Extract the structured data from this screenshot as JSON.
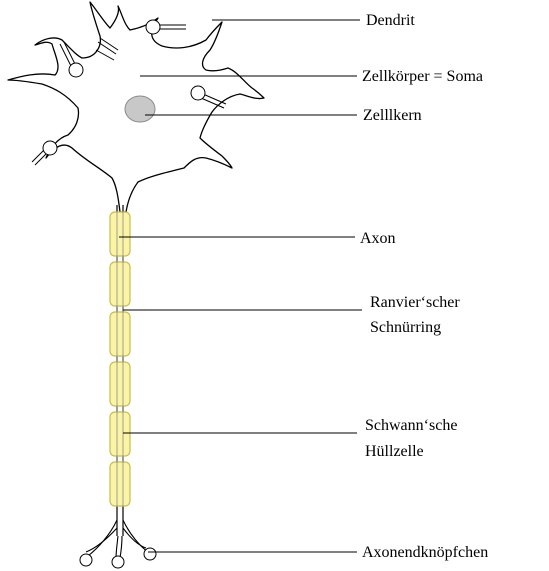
{
  "labels": {
    "dendrit": "Dendrit",
    "soma": "Zellkörper = Soma",
    "nucleus": "Zelllkern",
    "axon": "Axon",
    "ranvier_line1": "Ranvier‘scher",
    "ranvier_line2": "Schnürring",
    "schwann_line1": "Schwann‘sche",
    "schwann_line2": "Hüllzelle",
    "terminal": "Axonendknöpfchen"
  },
  "colors": {
    "myelin_fill": "#fbf3a6",
    "myelin_stroke": "#c9bd4e",
    "nucleus_fill": "#c8c8c8",
    "outline": "#000000"
  }
}
